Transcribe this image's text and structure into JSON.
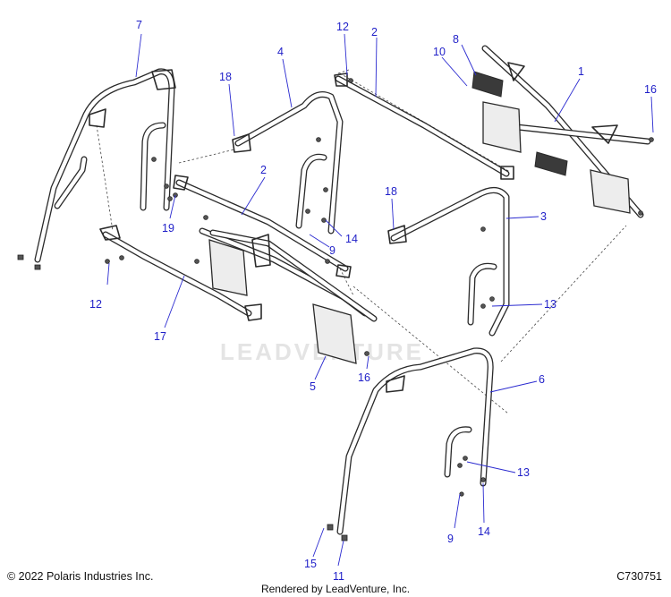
{
  "callouts": [
    {
      "id": "7"
    },
    {
      "id": "12"
    },
    {
      "id": "2"
    },
    {
      "id": "8"
    },
    {
      "id": "10"
    },
    {
      "id": "1"
    },
    {
      "id": "16"
    },
    {
      "id": "18"
    },
    {
      "id": "4"
    },
    {
      "id": "19"
    },
    {
      "id": "2b",
      "label": "2"
    },
    {
      "id": "14"
    },
    {
      "id": "9"
    },
    {
      "id": "18b",
      "label": "18"
    },
    {
      "id": "3"
    },
    {
      "id": "13"
    },
    {
      "id": "12b",
      "label": "12"
    },
    {
      "id": "17"
    },
    {
      "id": "5"
    },
    {
      "id": "16b",
      "label": "16"
    },
    {
      "id": "6"
    },
    {
      "id": "13b",
      "label": "13"
    },
    {
      "id": "9b",
      "label": "9"
    },
    {
      "id": "14b",
      "label": "14"
    },
    {
      "id": "15"
    },
    {
      "id": "11"
    }
  ],
  "labels": {
    "c7": "7",
    "c12": "12",
    "c2": "2",
    "c8": "8",
    "c10": "10",
    "c1": "1",
    "c16": "16",
    "c18": "18",
    "c4": "4",
    "c19": "19",
    "c2b": "2",
    "c14": "14",
    "c9": "9",
    "c18b": "18",
    "c3": "3",
    "c13": "13",
    "c12b": "12",
    "c17": "17",
    "c5": "5",
    "c16b": "16",
    "c6": "6",
    "c13b": "13",
    "c9b": "9",
    "c14b": "14",
    "c15": "15",
    "c11": "11"
  },
  "watermark": "LEADVENTURE",
  "footer": {
    "copyright": "© 2022 Polaris Industries Inc.",
    "rendered_by": "Rendered by LeadVenture, Inc.",
    "figure_id": "C730751"
  },
  "colors": {
    "callout": "#1f1fc8",
    "line": "#2a2a2a"
  }
}
